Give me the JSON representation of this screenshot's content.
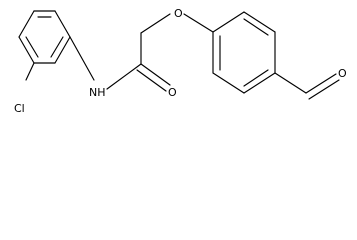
{
  "molecule": {
    "atom_labels": {
      "nitrogen": "NH",
      "carbonyl_oxygen": "O",
      "ether_oxygen": "O",
      "aldehyde_oxygen": "O",
      "chlorine": "Cl"
    },
    "colors": {
      "bond": "#000000",
      "text": "#000000",
      "background": "#ffffff"
    }
  }
}
